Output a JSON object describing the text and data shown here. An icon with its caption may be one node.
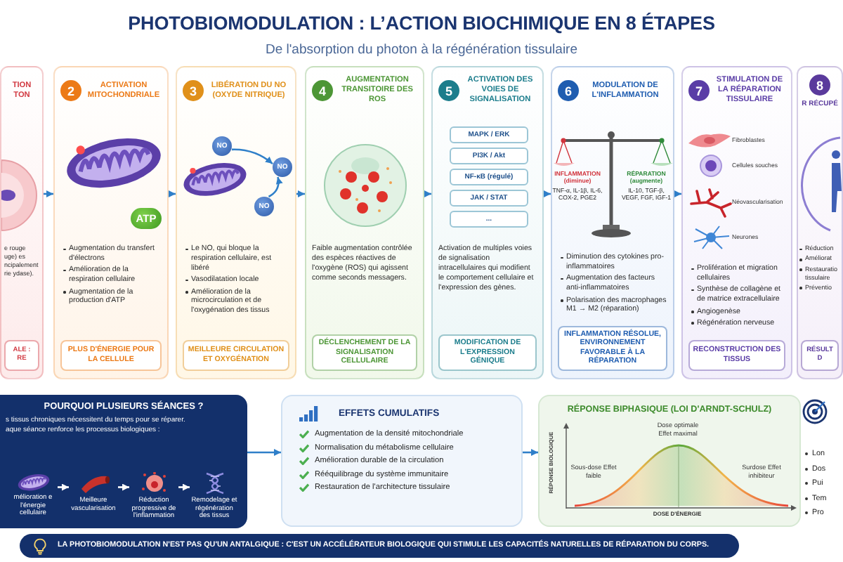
{
  "diagram": {
    "title": "PHOTOBIOMODULATION : L’ACTION BIOCHIMIQUE EN 8 ÉTAPES",
    "nodes": [
      {
        "text": [
          "TION TON",
          "e rouge uge) es ncipalement rie ydase).",
          "ALE : RE"
        ]
      },
      {
        "text": [
          "2",
          "ACTIVATION MITOCHONDRIALE",
          "Augmentation du transfert d'électrons",
          "Amélioration de la respiration cellulaire",
          "Augmentation de la production d'ATP",
          "PLUS D'ÉNERGIE POUR LA CELLULE"
        ]
      },
      {
        "text": [
          "ATP"
        ],
        "in": 1
      },
      {
        "text": [
          "3",
          "LIBÉRATION DU NO (OXYDE NITRIQUE)",
          "Le NO, qui bloque la respiration cellulaire, est libéré",
          "Vasodilatation locale",
          "Amélioration de la microcirculation et de l'oxygénation des tissus",
          "MEILLEURE CIRCULATION ET OXYGÉNATION"
        ]
      },
      {
        "text": [
          "NO"
        ],
        "in": 3
      },
      {
        "text": [
          "NO"
        ],
        "in": 3
      },
      {
        "text": [
          "NO"
        ],
        "in": 3
      },
      {
        "text": [
          "4",
          "AUGMENTATION TRANSITOIRE DES ROS",
          "Faible augmentation contrôlée des espèces réactives de l'oxygène (ROS) qui agissent comme seconds messagers.",
          "DÉCLENCHEMENT DE LA SIGNALISATION CELLULAIRE"
        ]
      },
      {
        "text": [
          "5",
          "ACTIVATION DES VOIES DE SIGNALISATION",
          "Activation de multiples voies de signalisation intracellulaires qui modifient le comportement cellulaire et l'expression des gènes.",
          "MODIFICATION DE L'EXPRESSION GÉNIQUE"
        ]
      },
      {
        "text": [
          "MAPK / ERK"
        ],
        "in": 8
      },
      {
        "text": [
          "PI3K / Akt"
        ],
        "in": 8
      },
      {
        "text": [
          "NF-κB (régulé)"
        ],
        "in": 8
      },
      {
        "text": [
          "JAK / STAT"
        ],
        "in": 8
      },
      {
        "text": [
          "..."
        ],
        "in": 8
      },
      {
        "text": [
          "6",
          "MODULATION DE L'INFLAMMATION",
          "Diminution des cytokines pro-inflammatoires",
          "Augmentation des facteurs anti-inflammatoires",
          "Polarisation des macrophages M1 → M2 (réparation)",
          "INFLAMMATION RÉSOLUE, ENVIRONNEMENT FAVORABLE À LA RÉPARATION"
        ]
      },
      {
        "text": [
          "7",
          "STIMULATION DE LA RÉPARATION TISSULAIRE",
          "Prolifération et migration cellulaires",
          "Synthèse de collagène et de matrice extracellulaire",
          "Angiogenèse",
          "Régénération nerveuse",
          "RECONSTRUCTION DES TISSUS"
        ]
      },
      {
        "text": [
          "8",
          "R RÉCUPÉ",
          "Réduction",
          "Améliorat",
          "Restauratio tissulaire",
          "Préventio",
          "RÉSULT D"
        ]
      },
      {
        "text": [
          "POURQUOI PLUSIEURS SÉANCES ?",
          "s tissus chroniques nécessitent du temps pour se réparer.",
          "aque séance renforce les processus biologiques :"
        ]
      },
      {
        "text": [
          "mélioration e l'énergie cellulaire"
        ],
        "in": 17
      },
      {
        "text": [
          "Meilleure vascularisation"
        ],
        "in": 17
      },
      {
        "text": [
          "Réduction progressive de l'inflammation"
        ],
        "in": 17
      },
      {
        "text": [
          "Remodelage et régénération des tissus"
        ],
        "in": 17
      },
      {
        "text": [
          "EFFETS CUMULATIFS",
          "Augmentation de la densité mitochondriale",
          "Normalisation du métabolisme cellulaire",
          "Amélioration durable de la circulation",
          "Rééquilibrage du système immunitaire",
          "Restauration de l'architecture tissulaire"
        ]
      },
      {
        "text": [
          "RÉPONSE BIPHASIQUE (LOI D'ARNDT-SCHULZ)"
        ]
      },
      {
        "text": [
          "Lon",
          "Dos",
          "Pui",
          "Tem",
          "Pro"
        ]
      },
      {
        "text": [
          "LA PHOTOBIOMODULATION N'EST PAS QU'UN ANTALGIQUE : C'EST UN ACCÉLÉRATEUR BIOLOGIQUE QUI STIMULE LES CAPACITÉS NATURELLES DE RÉPARATION DU CORPS."
        ]
      }
    ],
    "edges": [
      {
        "from": 0,
        "to": 1,
        "arrow": "to"
      },
      {
        "from": 1,
        "to": 3,
        "arrow": "to"
      },
      {
        "from": 3,
        "to": 7,
        "arrow": "to"
      },
      {
        "from": 7,
        "to": 8,
        "arrow": "to"
      },
      {
        "from": 8,
        "to": 14,
        "arrow": "to"
      },
      {
        "from": 14,
        "to": 15,
        "arrow": "to"
      },
      {
        "from": 4,
        "to": 5,
        "arrow": "to"
      },
      {
        "from": 6,
        "to": 5,
        "arrow": "to"
      },
      {
        "from": 18,
        "to": 19,
        "arrow": "to",
        "color": "#ffffff"
      },
      {
        "from": 19,
        "to": 20,
        "arrow": "to",
        "color": "#ffffff"
      },
      {
        "from": 20,
        "to": 21,
        "arrow": "to",
        "color": "#ffffff"
      },
      {
        "from": 17,
        "to": 22,
        "arrow": "to"
      },
      {
        "from": 22,
        "to": 23,
        "arrow": "to"
      }
    ],
    "labels": [
      "De l'absorption du photon à la régénération tissulaire",
      "INFLAMMATION (diminue)",
      "TNF-α, IL-1β, IL-6, COX-2, PGE2",
      "RÉPARATION (augmente)",
      "IL-10, TGF-β, VEGF, FGF, IGF-1",
      "Fibroblastes",
      "Cellules souches",
      "Néovascularisation",
      "Neurones",
      "RÉPONSE BIOLOGIQUE",
      "Dose optimale Effet maximal",
      "Sous-dose Effet faible",
      "Surdose Effet inhibiteur",
      "DOSE D'ÉNERGIE"
    ]
  }
}
